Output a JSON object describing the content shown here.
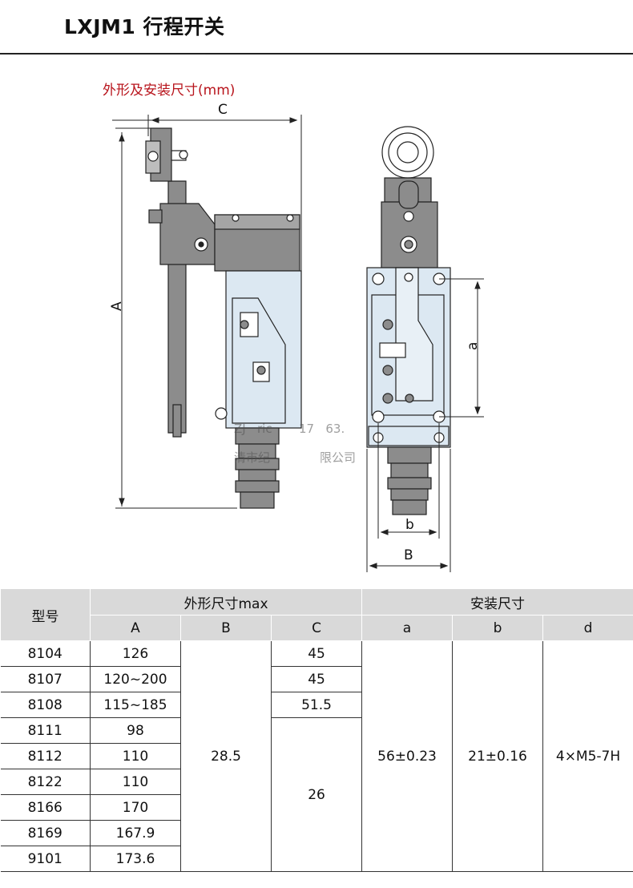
{
  "header": {
    "title": "LXJM1 行程开关",
    "subtitle": "外形及安装尺寸(mm)"
  },
  "drawing": {
    "labels": {
      "A": "A",
      "C": "C",
      "a": "a",
      "b": "b",
      "B": "B"
    },
    "watermark_1": "ZJ    ric           17    63.",
    "watermark_2": "清市纪                限公司",
    "colors": {
      "body_fill": "#dce8f2",
      "part_fill": "#8c8c8c",
      "line": "#222222"
    }
  },
  "table": {
    "col_model": "型号",
    "group_outer": "外形尺寸max",
    "group_install": "安装尺寸",
    "sub_headers": [
      "A",
      "B",
      "C",
      "a",
      "b",
      "d"
    ],
    "models": [
      "8104",
      "8107",
      "8108",
      "8111",
      "8112",
      "8122",
      "8166",
      "8169",
      "9101"
    ],
    "A_values": [
      "126",
      "120~200",
      "115~185",
      "98",
      "110",
      "110",
      "170",
      "167.9",
      "173.6"
    ],
    "B_value": "28.5",
    "C_values": [
      "45",
      "45",
      "51.5"
    ],
    "C_merged": "26",
    "a_value": "56±0.23",
    "b_value": "21±0.16",
    "d_value": "4×M5-7H"
  }
}
